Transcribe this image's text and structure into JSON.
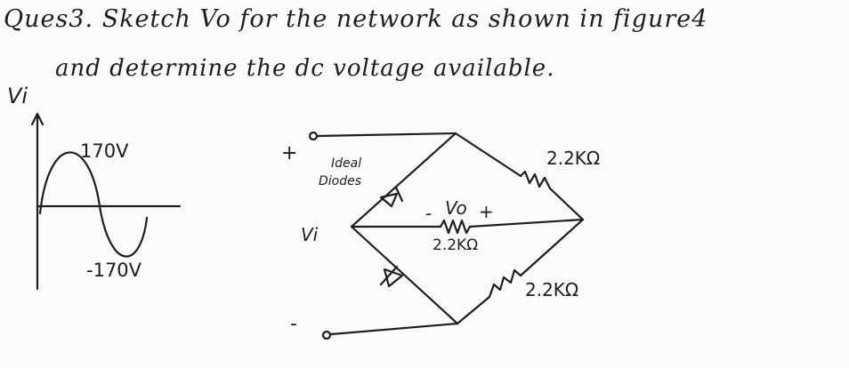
{
  "question": {
    "line1": "Ques3. Sketch Vo for the network as shown in figure4",
    "line2": "and determine the dc voltage available."
  },
  "input_waveform": {
    "axis_label": "Vi",
    "peak_label": "170V",
    "trough_label": "-170V"
  },
  "network": {
    "plus_terminal": "+",
    "minus_terminal": "-",
    "input_label": "Vi",
    "diode_note_line1": "Ideal",
    "diode_note_line2": "Diodes",
    "output_label_minus": "-",
    "output_label": "Vo",
    "output_label_plus": "+",
    "resistor_top": "2.2KΩ",
    "resistor_middle": "2.2KΩ",
    "resistor_bottom": "2.2KΩ"
  }
}
